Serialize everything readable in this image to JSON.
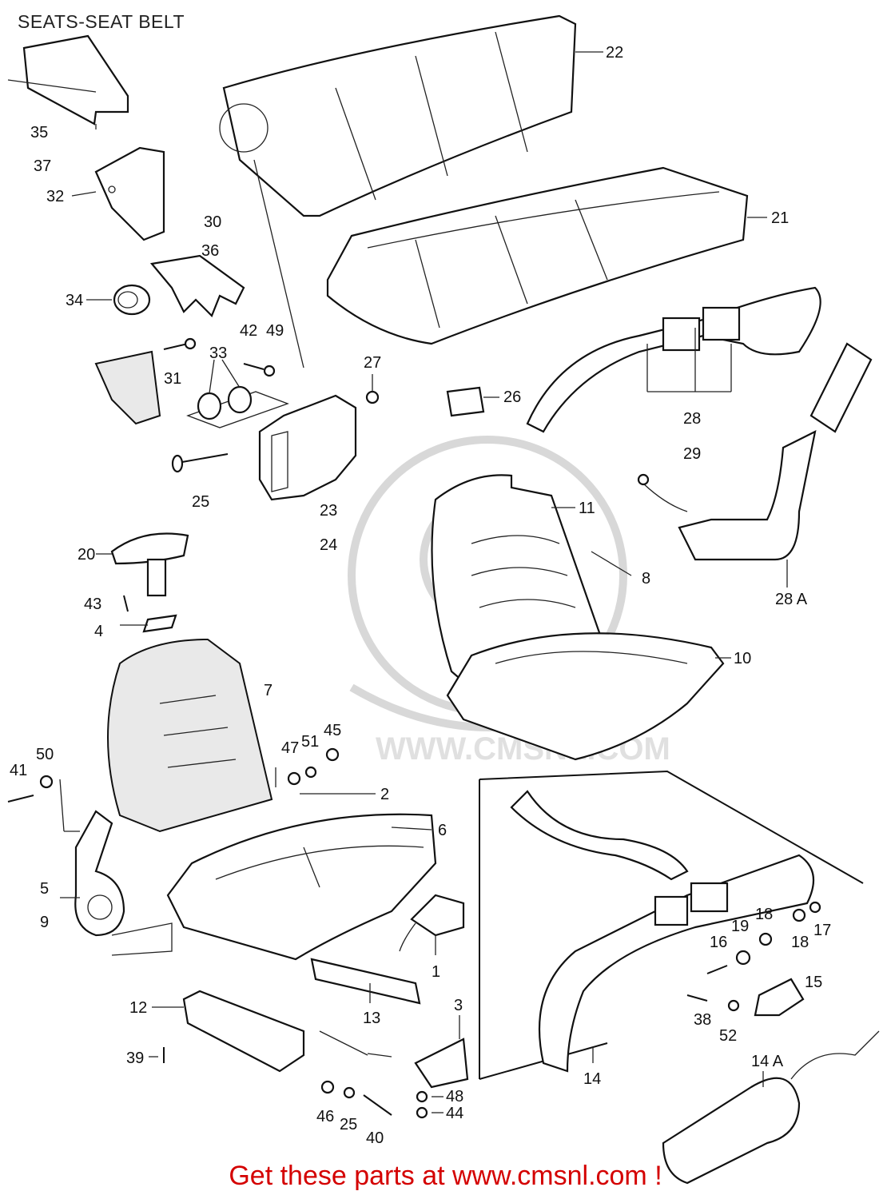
{
  "header": {
    "title": "SEATS-SEAT BELT"
  },
  "watermark": {
    "text": "WWW.CMSNL.COM"
  },
  "footer": {
    "text": "Get these parts at www.cmsnl.com !"
  },
  "colors": {
    "footer": "#d40000",
    "ink": "#111111",
    "watermark": "#d8d8d8"
  },
  "callouts": {
    "p22": "22",
    "p21": "21",
    "p35": "35",
    "p37": "37",
    "p32": "32",
    "p30": "30",
    "p36": "36",
    "p34": "34",
    "p42": "42",
    "p49": "49",
    "p33": "33",
    "p31": "31",
    "p27": "27",
    "p26": "26",
    "p28": "28",
    "p29": "29",
    "p25a": "25",
    "p23": "23",
    "p24": "24",
    "p20": "20",
    "p11": "11",
    "p8": "8",
    "p28a": "28 A",
    "p43": "43",
    "p4": "4",
    "p10": "10",
    "p7": "7",
    "p45": "45",
    "p47": "47",
    "p51": "51",
    "p50": "50",
    "p41": "41",
    "p2": "2",
    "p6": "6",
    "p5": "5",
    "p9": "9",
    "p19": "19",
    "p18a": "18",
    "p16": "16",
    "p18b": "18",
    "p17": "17",
    "p1": "1",
    "p15": "15",
    "p12": "12",
    "p13": "13",
    "p3": "3",
    "p38": "38",
    "p52": "52",
    "p39": "39",
    "p14": "14",
    "p14a": "14 A",
    "p48": "48",
    "p44": "44",
    "p46": "46",
    "p25b": "25",
    "p40": "40"
  }
}
